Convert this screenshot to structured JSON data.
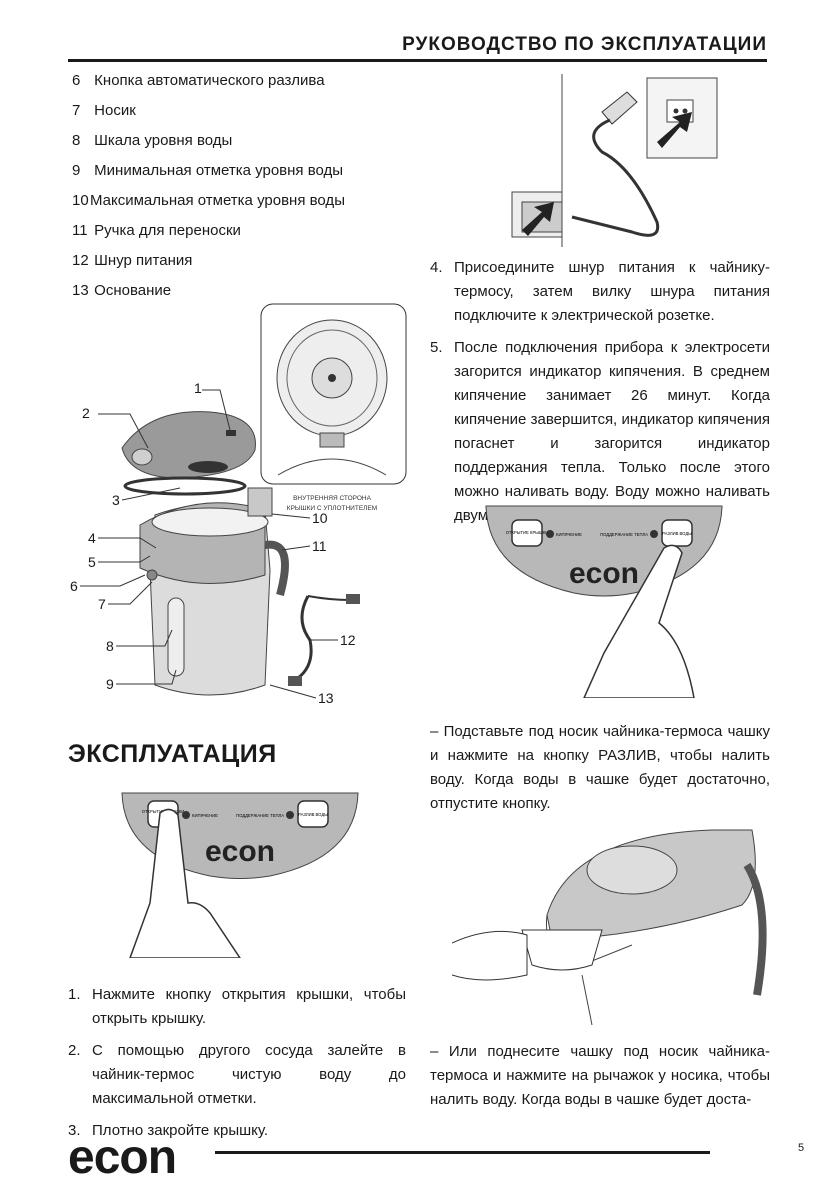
{
  "header": {
    "title": "РУКОВОДСТВО ПО ЭКСПЛУАТАЦИИ"
  },
  "parts_list": [
    {
      "num": "6",
      "label": "Кнопка автоматического разлива"
    },
    {
      "num": "7",
      "label": "Носик"
    },
    {
      "num": "8",
      "label": "Шкала уровня воды"
    },
    {
      "num": "9",
      "label": "Минимальная отметка уровня воды"
    },
    {
      "num": "10",
      "label": "Максимальная отметка уровня воды"
    },
    {
      "num": "11",
      "label": "Ручка для переноски"
    },
    {
      "num": "12",
      "label": "Шнур питания"
    },
    {
      "num": "13",
      "label": "Основание"
    }
  ],
  "diagram": {
    "callouts": [
      "1",
      "2",
      "3",
      "4",
      "5",
      "6",
      "7",
      "8",
      "9",
      "10",
      "11",
      "12",
      "13"
    ],
    "inset_caption_line1": "ВНУТРЕННЯЯ СТОРОНА",
    "inset_caption_line2": "КРЫШКИ С УПЛОТНИТЕЛЕМ"
  },
  "section_title": "ЭКСПЛУАТАЦИЯ",
  "panel": {
    "brand": "econ",
    "left_button": "ОТКРЫТИЕ КРЫШКИ",
    "left_indicator": "КИПЯЧЕНИЕ",
    "right_indicator": "ПОДДЕРЖАНИЕ ТЕПЛА",
    "right_button": "РАЗЛИВ ВОДЫ"
  },
  "steps_left": [
    {
      "n": "1.",
      "text": "Нажмите кнопку открытия крышки, чтобы открыть крышку."
    },
    {
      "n": "2.",
      "text": "С помощью другого сосуда залейте в чайник-термос чистую воду до максимальной отметки."
    },
    {
      "n": "3.",
      "text": "Плотно закройте крышку."
    }
  ],
  "steps_right": [
    {
      "n": "4.",
      "text": "Присоедините шнур питания к чайнику-термосу, затем вилку шнура питания подключите к электрической розетке."
    },
    {
      "n": "5.",
      "text": "После подключения прибора к электросети загорится индикатор кипячения. В среднем кипячение занимает 26 минут. Когда кипячение завершится, индикатор кипячения погаснет и загорится индикатор поддержания тепла. Только после этого можно наливать воду. Воду можно наливать двумя способами."
    }
  ],
  "para_button": "– Подставьте под носик чайника-термоса чашку и нажмите на кнопку РАЗЛИВ, чтобы налить воду. Когда воды в чашке будет достаточно, отпустите кнопку.",
  "para_lever": "– Или поднесите чашку под носик чайника-термоса и нажмите на рычажок у носика, чтобы налить воду. Когда воды в чашке будет доста-",
  "footer": {
    "logo": "econ",
    "page": "5"
  }
}
